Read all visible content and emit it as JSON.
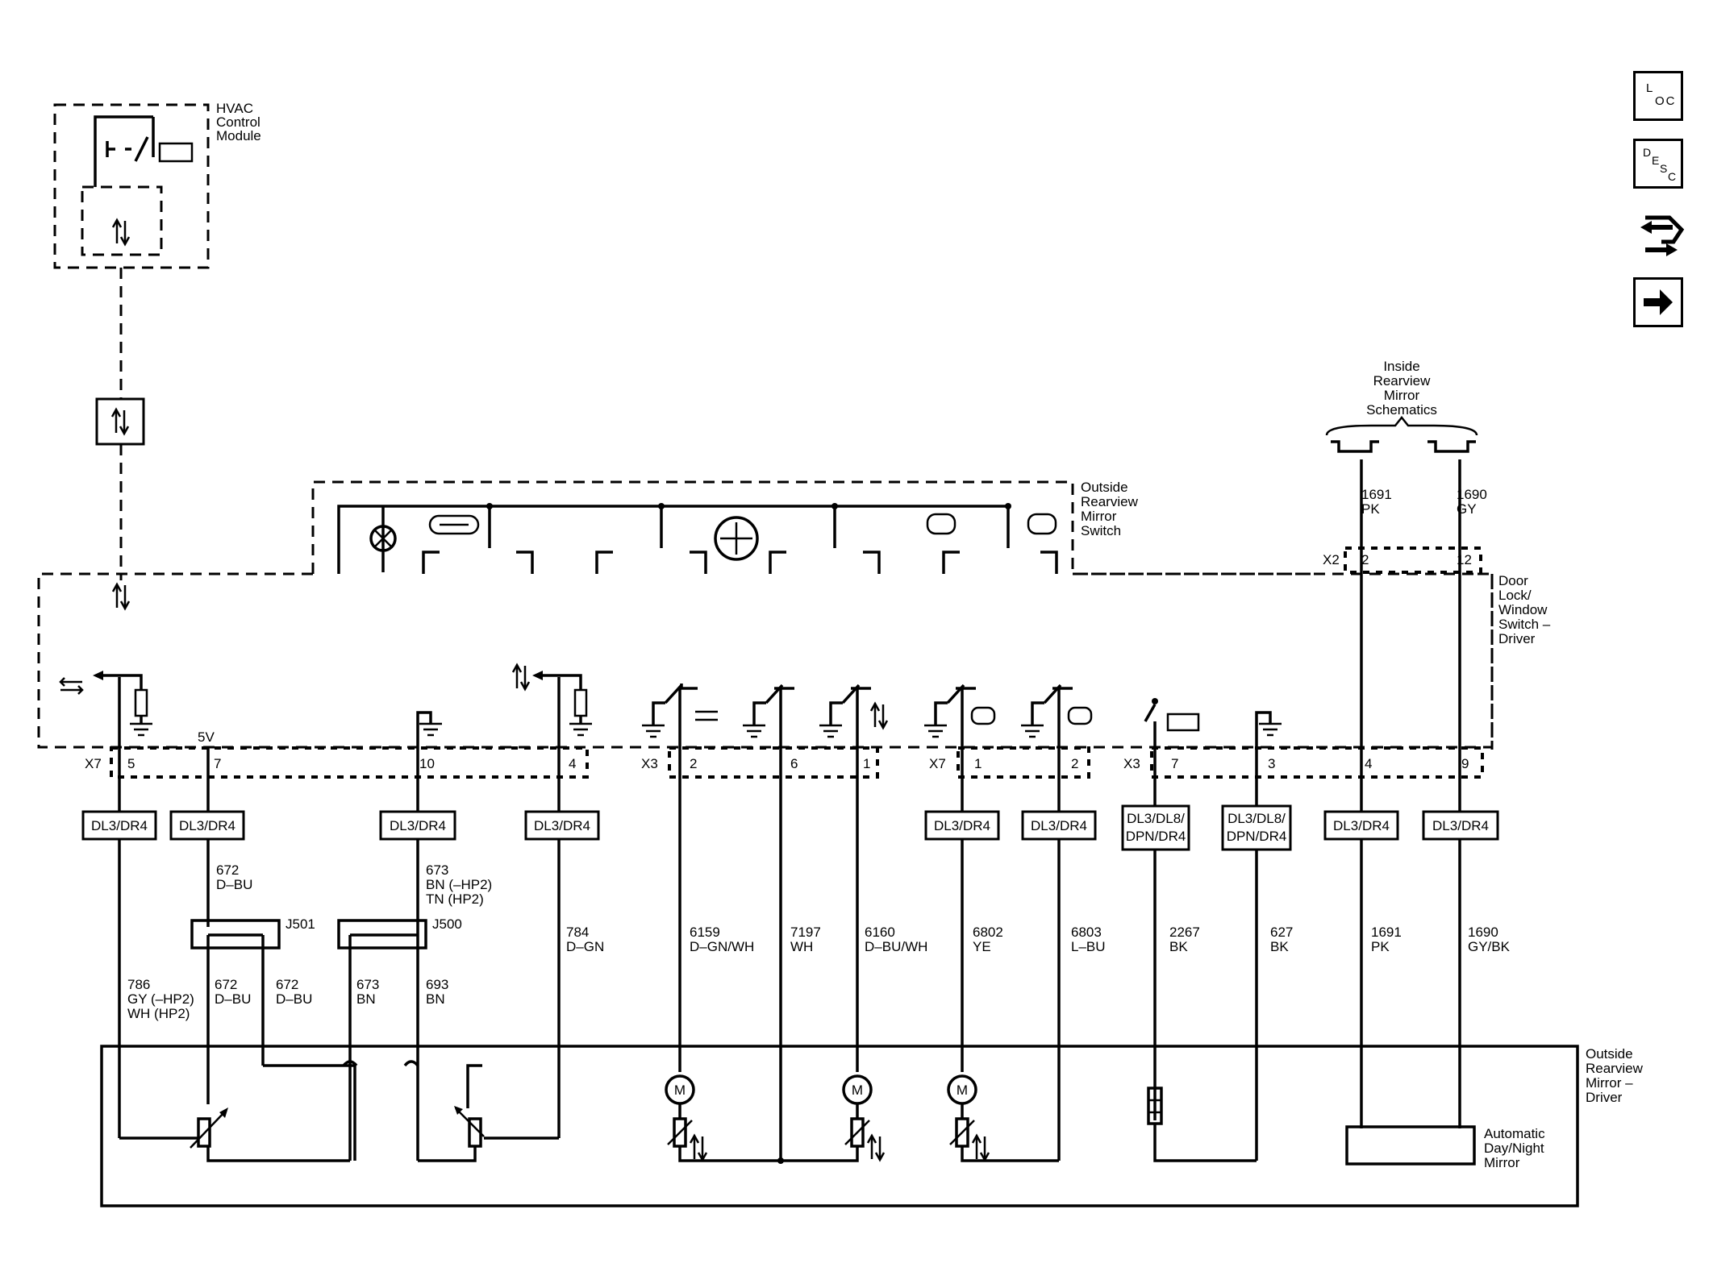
{
  "modules": {
    "hvac": [
      "HVAC",
      "Control",
      "Module"
    ],
    "outside_switch": [
      "Outside",
      "Rearview",
      "Mirror",
      "Switch"
    ],
    "door_switch": [
      "Door",
      "Lock/",
      "Window",
      "Switch –",
      "Driver"
    ],
    "outside_mirror": [
      "Outside",
      "Rearview",
      "Mirror –",
      "Driver"
    ],
    "inside_mirror_ref": [
      "Inside",
      "Rearview",
      "Mirror",
      "Schematics"
    ],
    "auto_mirror": [
      "Automatic",
      "Day/Night",
      "Mirror"
    ]
  },
  "connectors": {
    "x7_left": "X7",
    "x3_mid": "X3",
    "x7_right": "X7",
    "x3_right": "X3",
    "x2": "X2",
    "pins_left": [
      "5",
      "7",
      "10",
      "4"
    ],
    "pins_mid": [
      "2",
      "6",
      "1"
    ],
    "pins_right7": [
      "1",
      "2"
    ],
    "pins_right3": [
      "7",
      "3",
      "4",
      "9"
    ],
    "x2_pins": [
      "2",
      "12"
    ],
    "voltage": "5V"
  },
  "option_boxes": [
    "DL3/DR4",
    "DL3/DR4",
    "DL3/DR4",
    "DL3/DR4",
    "DL3/DR4",
    "DL3/DR4",
    "DL3/DL8/\nDPN/DR4",
    "DL3/DL8/\nDPN/DR4",
    "DL3/DR4",
    "DL3/DR4"
  ],
  "splices": {
    "j501": "J501",
    "j500": "J500"
  },
  "wires": {
    "w672_top": [
      "672",
      "D–BU"
    ],
    "w673_top": [
      "673",
      "BN (–HP2)",
      "TN (HP2)"
    ],
    "w786": [
      "786",
      "GY (–HP2)",
      "WH (HP2)"
    ],
    "w672_a": [
      "672",
      "D–BU"
    ],
    "w672_b": [
      "672",
      "D–BU"
    ],
    "w673_b": [
      "673",
      "BN"
    ],
    "w693": [
      "693",
      "BN"
    ],
    "w784": [
      "784",
      "D–GN"
    ],
    "w6159": [
      "6159",
      "D–GN/WH"
    ],
    "w7197": [
      "7197",
      "WH"
    ],
    "w6160": [
      "6160",
      "D–BU/WH"
    ],
    "w6802": [
      "6802",
      "YE"
    ],
    "w6803": [
      "6803",
      "L–BU"
    ],
    "w2267": [
      "2267",
      "BK"
    ],
    "w627": [
      "627",
      "BK"
    ],
    "w1691": [
      "1691",
      "PK"
    ],
    "w1690": [
      "1690",
      "GY/BK"
    ],
    "w1691_top": [
      "1691",
      "PK"
    ],
    "w1690_top": [
      "1690",
      "GY"
    ]
  },
  "symbols": {
    "motor": "M"
  },
  "nav": {
    "loc": {
      "main": "L",
      "sub": "OC"
    },
    "desc": {
      "main": "D",
      "sub1": "E",
      "sub2": "S",
      "sub3": "C"
    },
    "icon3": "connector-tool-icon",
    "icon4": "next-arrow-icon"
  }
}
